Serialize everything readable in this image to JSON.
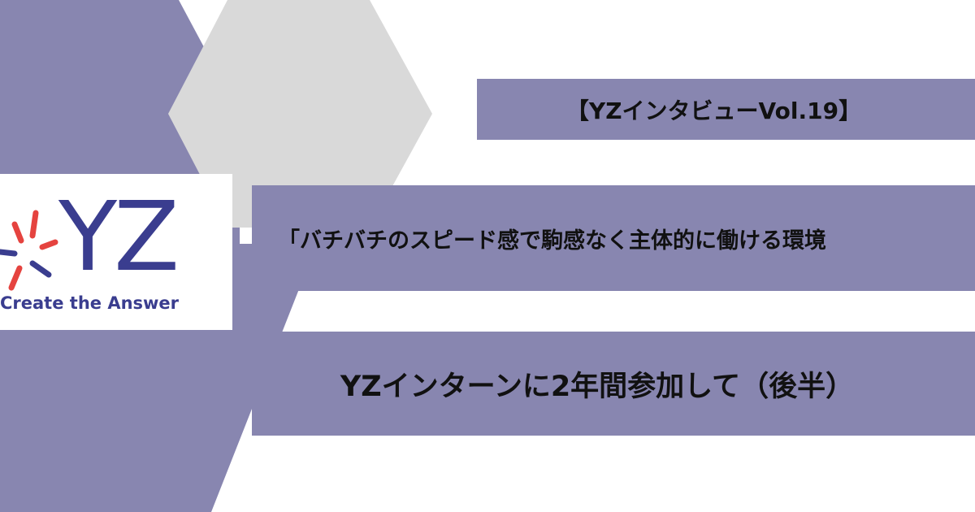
{
  "logo": {
    "letters": "YZ",
    "tagline": "Create the Answer"
  },
  "banners": {
    "series_label": "【YZインタビューVol.19】",
    "quote": "「バチバチのスピード感で駒感なく主体的に働ける環境",
    "subtitle": "YZインターンに2年間参加して（後半）"
  },
  "colors": {
    "purple": "#8886b0",
    "grey": "#d9d9d9",
    "logo_blue": "#3a3d8f",
    "logo_red": "#e5433f",
    "text": "#111111"
  }
}
